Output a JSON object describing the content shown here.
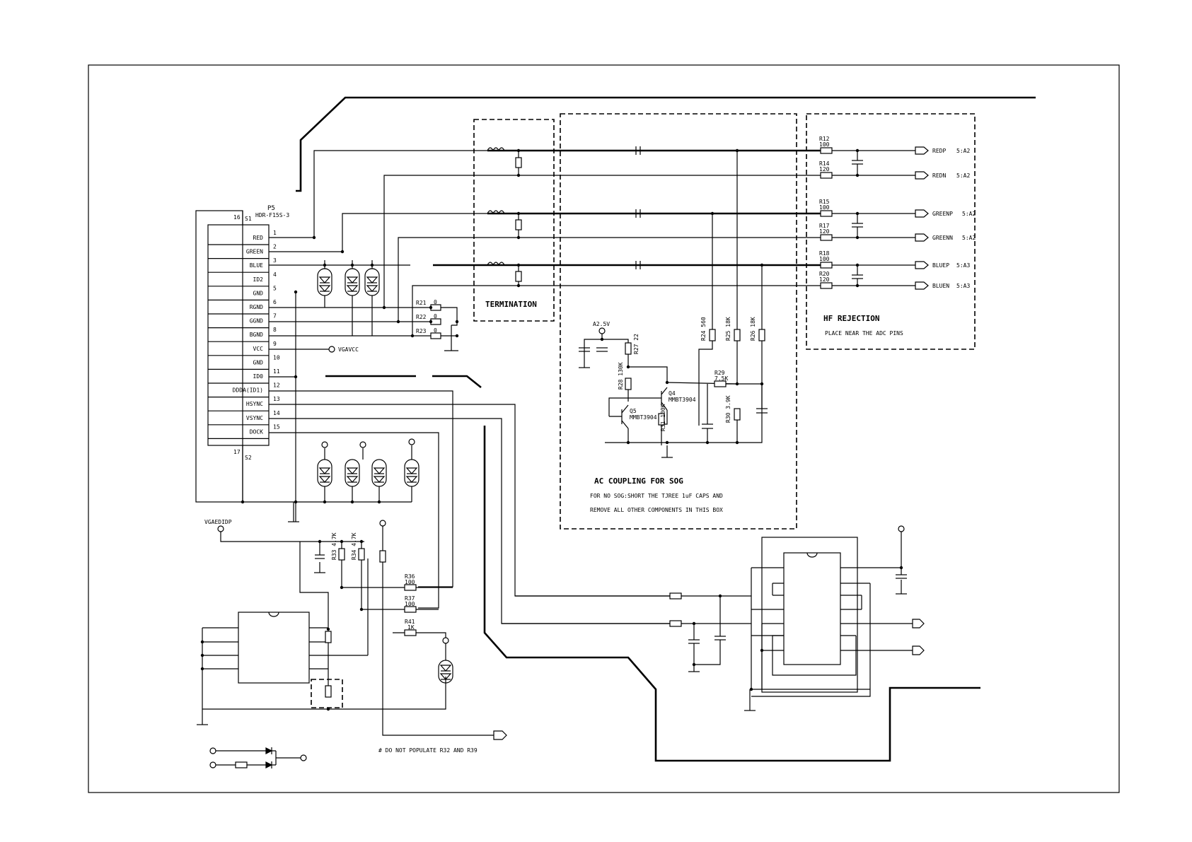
{
  "connector": {
    "ref": "P5",
    "part": "HDR-F15S-3",
    "shield_pins": [
      "16",
      "S1",
      "17",
      "S2"
    ],
    "pins": [
      {
        "num": "1",
        "name": "RED"
      },
      {
        "num": "2",
        "name": "GREEN"
      },
      {
        "num": "3",
        "name": "BLUE"
      },
      {
        "num": "4",
        "name": "ID2"
      },
      {
        "num": "5",
        "name": "GND"
      },
      {
        "num": "6",
        "name": "RGND"
      },
      {
        "num": "7",
        "name": "GGND"
      },
      {
        "num": "8",
        "name": "BGND"
      },
      {
        "num": "9",
        "name": "VCC"
      },
      {
        "num": "10",
        "name": "GND"
      },
      {
        "num": "11",
        "name": "ID0"
      },
      {
        "num": "12",
        "name": "DDDA(ID1)"
      },
      {
        "num": "13",
        "name": "HSYNC"
      },
      {
        "num": "14",
        "name": "VSYNC"
      },
      {
        "num": "15",
        "name": "DOCK"
      }
    ]
  },
  "net_labels": {
    "vgavcc": "VGAVCC",
    "vgaeddid": "VGAEDIDP",
    "a25v": "A2.5V"
  },
  "resistors": {
    "R21": {
      "ref": "R21",
      "val": "0"
    },
    "R22": {
      "ref": "R22",
      "val": "0"
    },
    "R23": {
      "ref": "R23",
      "val": "0"
    },
    "R12": {
      "ref": "R12",
      "val": "100"
    },
    "R14": {
      "ref": "R14",
      "val": "120"
    },
    "R15": {
      "ref": "R15",
      "val": "100"
    },
    "R17": {
      "ref": "R17",
      "val": "120"
    },
    "R18": {
      "ref": "R18",
      "val": "100"
    },
    "R20": {
      "ref": "R20",
      "val": "120"
    },
    "R24": {
      "ref": "R24",
      "val": "560"
    },
    "R25": {
      "ref": "R25",
      "val": "18K"
    },
    "R26": {
      "ref": "R26",
      "val": "18K"
    },
    "R27": {
      "ref": "R27",
      "val": "22"
    },
    "R28": {
      "ref": "R28",
      "val": "130K"
    },
    "R29": {
      "ref": "R29",
      "val": "7.5K"
    },
    "R30": {
      "ref": "R30",
      "val": "3.9K"
    },
    "R31": {
      "ref": "R31",
      "val": "100K"
    },
    "R33": {
      "ref": "R33",
      "val": "4.7K"
    },
    "R34": {
      "ref": "R34",
      "val": "4.7K"
    },
    "R36": {
      "ref": "R36",
      "val": "100"
    },
    "R37": {
      "ref": "R37",
      "val": "100"
    },
    "R41": {
      "ref": "R41",
      "val": "1K"
    }
  },
  "transistors": {
    "Q4": {
      "ref": "Q4",
      "part": "MMBT3904"
    },
    "Q5": {
      "ref": "Q5",
      "part": "MMBT3904"
    }
  },
  "outputs": [
    {
      "label": "REDP",
      "sheet": "5:A2"
    },
    {
      "label": "REDN",
      "sheet": "5:A2"
    },
    {
      "label": "GREENP",
      "sheet": "5:A2"
    },
    {
      "label": "GREENN",
      "sheet": "5:A2"
    },
    {
      "label": "BLUEP",
      "sheet": "5:A3"
    },
    {
      "label": "BLUEN",
      "sheet": "5:A3"
    }
  ],
  "boxes": {
    "termination": "TERMINATION",
    "hf_title": "HF REJECTION",
    "hf_note": "PLACE NEAR THE ADC PINS",
    "sog_title": "AC COUPLING FOR SOG",
    "sog_note1": "FOR NO SOG:SHORT THE TJREE 1uF CAPS AND",
    "sog_note2": "REMOVE ALL OTHER COMPONENTS IN THIS BOX"
  },
  "footnote": "# DO NOT POPULATE R32 AND R39"
}
